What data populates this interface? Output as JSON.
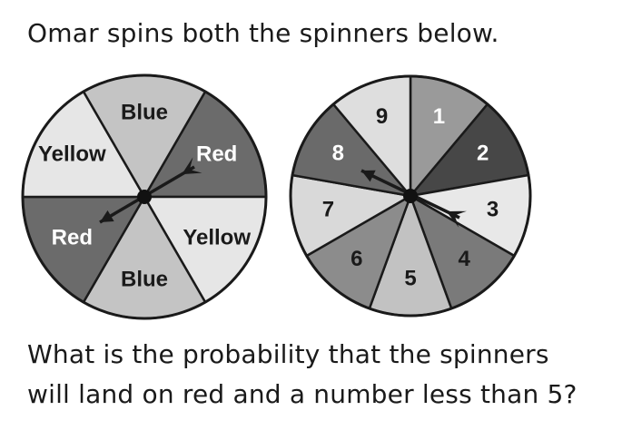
{
  "intro": "Omar spins both the spinners below.",
  "question_line1": "What is the probability that the spinners",
  "question_line2": "will land on red and a number less than 5?",
  "spinner_colors": {
    "Blue": "#c4c4c4",
    "Red": "#6b6b6b",
    "Yellow": "#e6e6e6"
  },
  "color_spinner": {
    "sections": [
      {
        "label": "Red",
        "color": "Red",
        "text": "#ffffff"
      },
      {
        "label": "Yellow",
        "color": "Yellow",
        "text": "#1a1a1a"
      },
      {
        "label": "Blue",
        "color": "Blue",
        "text": "#1a1a1a"
      },
      {
        "label": "Red",
        "color": "Red",
        "text": "#ffffff"
      },
      {
        "label": "Yellow",
        "color": "Yellow",
        "text": "#1a1a1a"
      },
      {
        "label": "Blue",
        "color": "Blue",
        "text": "#1a1a1a"
      }
    ]
  },
  "number_spinner": {
    "sections": [
      {
        "label": "1",
        "fill": "#9a9a9a",
        "text": "#ffffff"
      },
      {
        "label": "2",
        "fill": "#474747",
        "text": "#ffffff"
      },
      {
        "label": "3",
        "fill": "#e8e8e8",
        "text": "#1a1a1a"
      },
      {
        "label": "4",
        "fill": "#7a7a7a",
        "text": "#1a1a1a"
      },
      {
        "label": "5",
        "fill": "#c2c2c2",
        "text": "#1a1a1a"
      },
      {
        "label": "6",
        "fill": "#8c8c8c",
        "text": "#1a1a1a"
      },
      {
        "label": "7",
        "fill": "#d9d9d9",
        "text": "#1a1a1a"
      },
      {
        "label": "8",
        "fill": "#6a6a6a",
        "text": "#ffffff"
      },
      {
        "label": "9",
        "fill": "#dedede",
        "text": "#1a1a1a"
      }
    ]
  }
}
